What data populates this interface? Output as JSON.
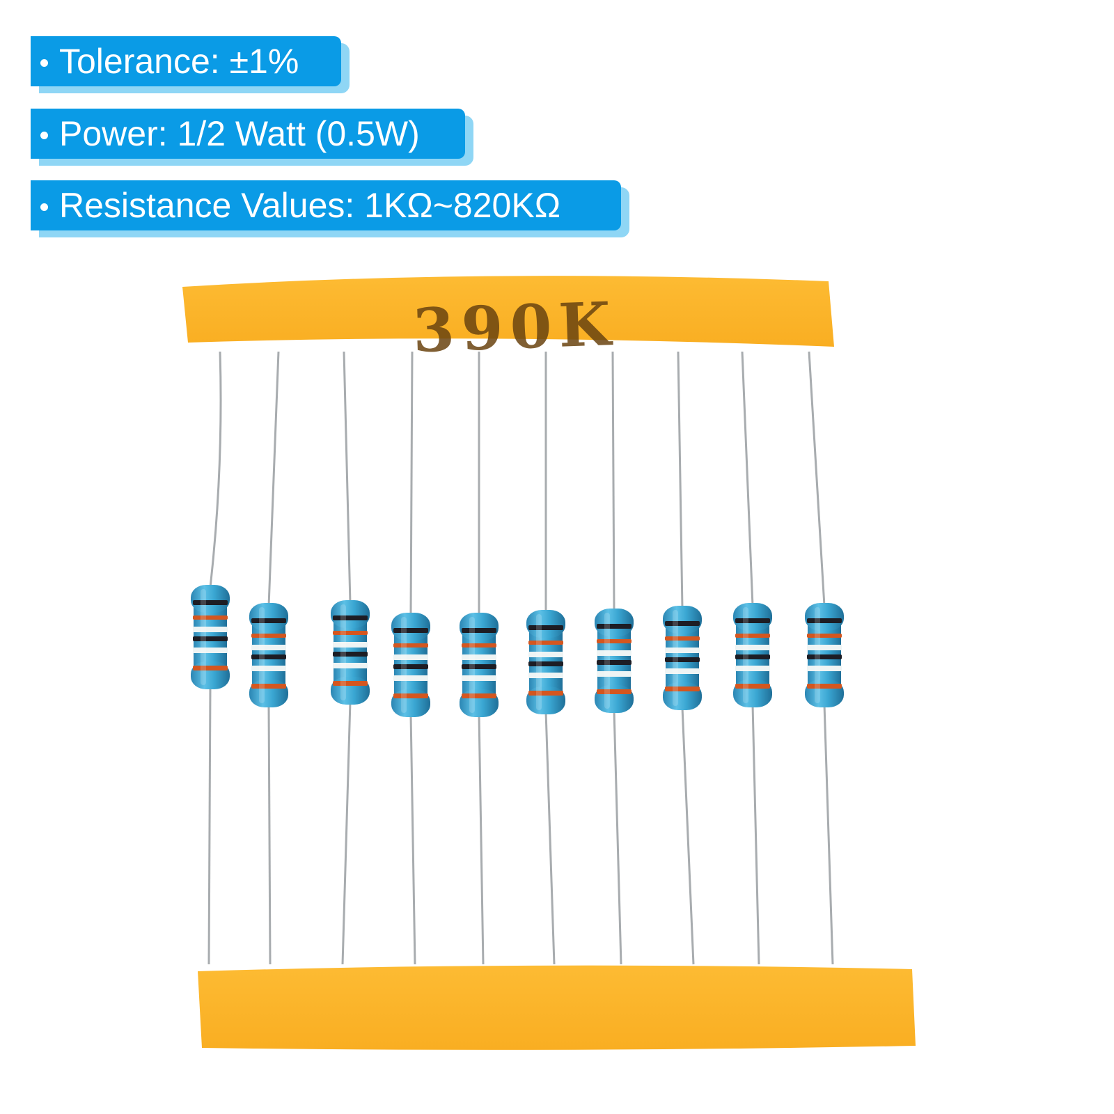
{
  "specs": [
    {
      "label": "Tolerance: ±1%"
    },
    {
      "label": "Power: 1/2 Watt (0.5W)"
    },
    {
      "label": "Resistance Values: 1KΩ~820KΩ"
    }
  ],
  "photo": {
    "tape_label": "390K",
    "resistor_count": 10,
    "colors": {
      "tape": "#fbb62d",
      "tape_text": "#6a4410",
      "resistor_body": "#3aa6d2",
      "band_black": "#1d1d24",
      "band_orange": "#d4561f",
      "band_white": "#eef4f4",
      "lead": "#a8acaf"
    }
  }
}
